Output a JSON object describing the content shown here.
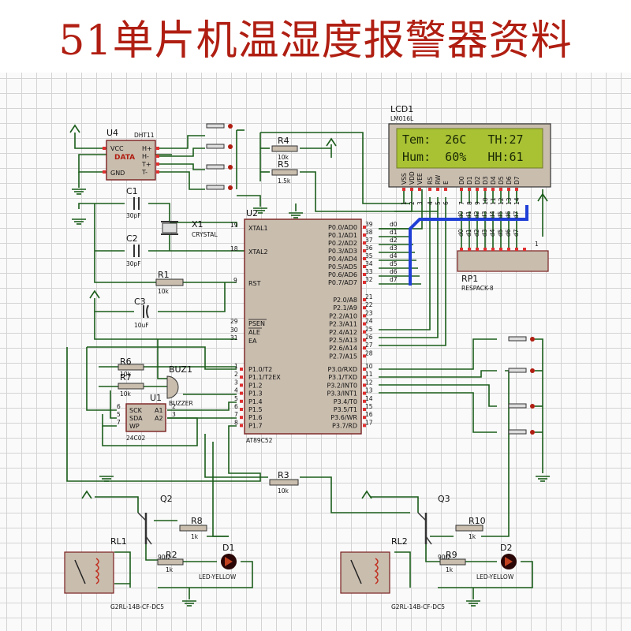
{
  "title": "51单片机温湿度报警器资料",
  "colors": {
    "title": "#b01e12",
    "wire": "#1a5c1a",
    "bus": "#1f3fd6",
    "chip": "#c9bdae",
    "lcd_screen": "#a9c233"
  },
  "lcd": {
    "ref": "LCD1",
    "part": "LM016L",
    "line1": "Tem:  26C   TH:27",
    "line2": "Hum:  60%   HH:61",
    "pins": [
      "VSS",
      "VDD",
      "VEE",
      "RS",
      "RW",
      "E",
      "D0",
      "D1",
      "D2",
      "D3",
      "D4",
      "D5",
      "D6",
      "D7"
    ],
    "pin_numbers": [
      "1",
      "2",
      "3",
      "4",
      "5",
      "6",
      "7",
      "8",
      "9",
      "10",
      "11",
      "12",
      "13",
      "14"
    ]
  },
  "u4": {
    "ref": "U4",
    "part": "DHT11",
    "vcc": "VCC",
    "data": "DATA",
    "gnd": "GND",
    "pins": [
      "H+",
      "H-",
      "T+",
      "T-"
    ]
  },
  "u2": {
    "ref": "U2",
    "part": "AT89C52",
    "xtal1": "XTAL1",
    "xtal2": "XTAL2",
    "rst": "RST",
    "psen": "PSEN",
    "ale": "ALE",
    "ea": "EA",
    "xtal1_num": "19",
    "xtal2_num": "18",
    "rst_num": "9",
    "psen_num": "29",
    "ale_num": "30",
    "ea_num": "31",
    "p1": [
      "P1.0/T2",
      "P1.1/T2EX",
      "P1.2",
      "P1.3",
      "P1.4",
      "P1.5",
      "P1.6",
      "P1.7"
    ],
    "p1_nums": [
      "1",
      "2",
      "3",
      "4",
      "5",
      "6",
      "7",
      "8"
    ],
    "p0": [
      "P0.0/AD0",
      "P0.1/AD1",
      "P0.2/AD2",
      "P0.3/AD3",
      "P0.4/AD4",
      "P0.5/AD5",
      "P0.6/AD6",
      "P0.7/AD7"
    ],
    "p0_nums": [
      "39",
      "38",
      "37",
      "36",
      "35",
      "34",
      "33",
      "32"
    ],
    "p2": [
      "P2.0/A8",
      "P2.1/A9",
      "P2.2/A10",
      "P2.3/A11",
      "P2.4/A12",
      "P2.5/A13",
      "P2.6/A14",
      "P2.7/A15"
    ],
    "p2_nums": [
      "21",
      "22",
      "23",
      "24",
      "25",
      "26",
      "27",
      "28"
    ],
    "p3": [
      "P3.0/RXD",
      "P3.1/TXD",
      "P3.2/INT0",
      "P3.3/INT1",
      "P3.4/T0",
      "P3.5/T1",
      "P3.6/WR",
      "P3.7/RD"
    ],
    "p3_nums": [
      "10",
      "11",
      "12",
      "13",
      "14",
      "15",
      "16",
      "17"
    ]
  },
  "bus_labels": [
    "d0",
    "d1",
    "d2",
    "d3",
    "d4",
    "d5",
    "d6",
    "d7"
  ],
  "u1": {
    "ref": "U1",
    "part": "24C02",
    "pins_left": [
      "SCK",
      "SDA",
      "WP"
    ],
    "pins_right": [
      "A1",
      "A2"
    ],
    "nums_left": [
      "6",
      "5",
      "7"
    ],
    "nums_right": [
      "2",
      "3"
    ]
  },
  "rp1": {
    "ref": "RP1",
    "part": "RESPACK-8",
    "pin1": "1"
  },
  "components": {
    "c1": {
      "ref": "C1",
      "value": "30pF"
    },
    "c2": {
      "ref": "C2",
      "value": "30pF"
    },
    "c3": {
      "ref": "C3",
      "value": "10uF"
    },
    "x1": {
      "ref": "X1",
      "value": "CRYSTAL"
    },
    "r1": {
      "ref": "R1",
      "value": "10k"
    },
    "r2": {
      "ref": "R2",
      "value": "1k",
      "extra": "90Ω"
    },
    "r3": {
      "ref": "R3",
      "value": "10k"
    },
    "r4": {
      "ref": "R4",
      "value": "10k"
    },
    "r5": {
      "ref": "R5",
      "value": "1.5k"
    },
    "r6": {
      "ref": "R6",
      "value": "10k"
    },
    "r7": {
      "ref": "R7",
      "value": "10k"
    },
    "r8": {
      "ref": "R8",
      "value": "1k"
    },
    "r9": {
      "ref": "R9",
      "value": "1k",
      "extra": "90Ω"
    },
    "r10": {
      "ref": "R10",
      "value": "1k"
    },
    "buz1": {
      "ref": "BUZ1",
      "value": "BUZZER"
    },
    "q2": {
      "ref": "Q2"
    },
    "q3": {
      "ref": "Q3"
    },
    "rl1": {
      "ref": "RL1",
      "value": "G2RL-14B-CF-DC5"
    },
    "rl2": {
      "ref": "RL2",
      "value": "G2RL-14B-CF-DC5"
    },
    "d1": {
      "ref": "D1",
      "value": "LED-YELLOW"
    },
    "d2": {
      "ref": "D2",
      "value": "LED-YELLOW"
    }
  }
}
